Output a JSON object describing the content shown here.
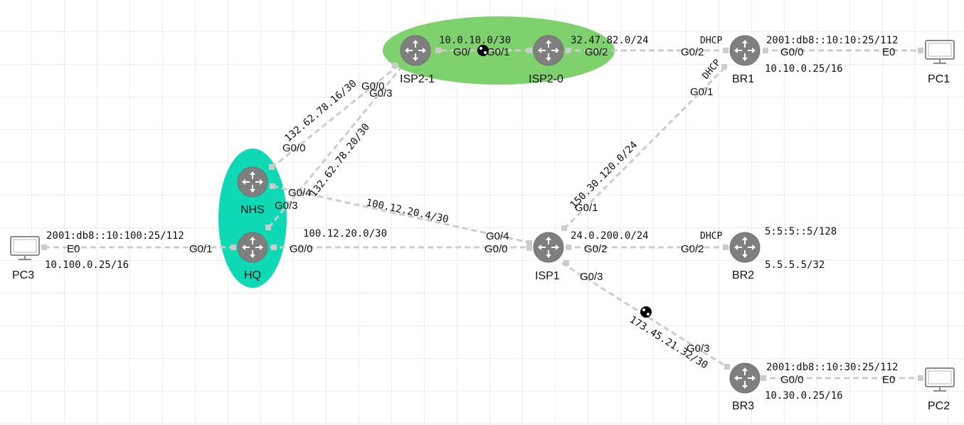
{
  "colors": {
    "link": "#cccccc",
    "zone_isp2": "#7ed16c",
    "zone_hq": "#0fd9b4",
    "router": "#7f7f7f"
  },
  "devices": {
    "isp2_1": {
      "label": "ISP2-1",
      "icon": "router-icon"
    },
    "isp2_0": {
      "label": "ISP2-0",
      "icon": "router-icon"
    },
    "br1": {
      "label": "BR1",
      "icon": "router-icon"
    },
    "pc1": {
      "label": "PC1",
      "icon": "monitor-icon"
    },
    "nhs": {
      "label": "NHS",
      "icon": "router-icon"
    },
    "hq": {
      "label": "HQ",
      "icon": "router-icon"
    },
    "pc3": {
      "label": "PC3",
      "icon": "monitor-icon"
    },
    "isp1": {
      "label": "ISP1",
      "icon": "router-icon"
    },
    "br2": {
      "label": "BR2",
      "icon": "router-icon"
    },
    "br3": {
      "label": "BR3",
      "icon": "router-icon"
    },
    "pc2": {
      "label": "PC2",
      "icon": "monitor-icon"
    }
  },
  "networks": {
    "isp2_link": "10.0.10.0/30",
    "isp2_br1": "32.47.82.0/24",
    "br1_pc1_v6": "2001:db8::10:10:25/112",
    "br1_lan_v4": "10.10.0.25/16",
    "nhs_isp2": "132.62.78.16/30",
    "hq_isp2": "132.62.78.20/30",
    "nhs_isp1": "100.12.20.4/30",
    "hq_isp1": "100.12.20.0/30",
    "isp1_br1": "150.30.120.0/24",
    "isp1_br2": "24.0.200.0/24",
    "br2_loop_v6": "5:5:5::5/128",
    "br2_loop_v4": "5.5.5.5/32",
    "isp1_br3": "173.45.21.32/30",
    "br3_pc2_v6": "2001:db8::10:30:25/112",
    "br3_lan_v4": "10.30.0.25/16",
    "pc3_hq_v6": "2001:db8::10:100:25/112",
    "pc3_lan_v4": "10.100.0.25/16"
  },
  "ports": {
    "isp2_1_g00": "G0/0",
    "isp2_1_g01_right": "G0/",
    "isp2_0_g01": "G0/1",
    "isp2_1_g00_down": "G0/0",
    "isp2_1_g03": "G0/3",
    "isp2_0_g02": "G0/2",
    "br1_g02": "G0/2",
    "br1_g00": "G0/0",
    "br1_g01": "G0/1",
    "pc1_e0": "E0",
    "br1_dhcp_wan": "DHCP",
    "br1_dhcp_isp1": "DHCP",
    "nhs_g00": "G0/0",
    "nhs_g04": "G0/4",
    "hq_g03": "G0/3",
    "hq_g01": "G0/1",
    "hq_g00": "G0/0",
    "pc3_e0": "E0",
    "isp1_g04": "G0/4",
    "isp1_g00": "G0/0",
    "isp1_g01": "G0/1",
    "isp1_g02": "G0/2",
    "isp1_g03": "G0/3",
    "br2_g02": "G0/2",
    "br2_dhcp": "DHCP",
    "br3_g03": "G0/3",
    "br3_g00": "G0/0",
    "pc2_e0": "E0"
  }
}
